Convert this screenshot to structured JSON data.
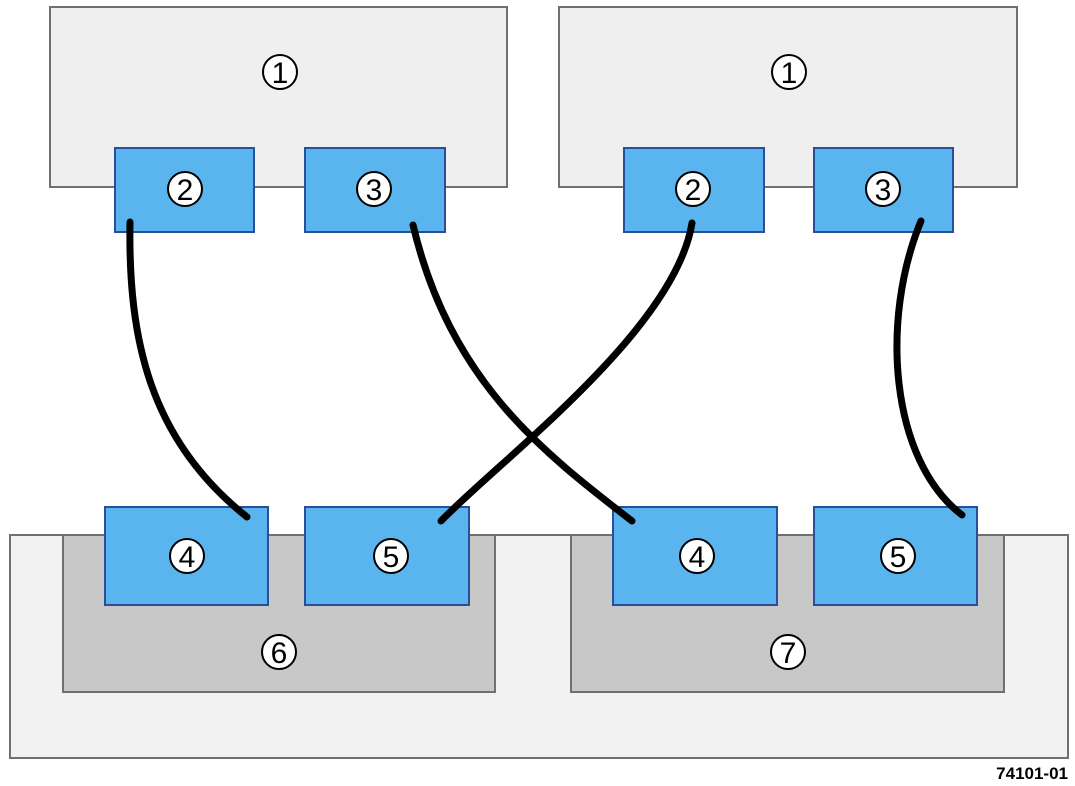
{
  "colors": {
    "background": "#ffffff",
    "host_fill": "#efefef",
    "host_stroke": "#707070",
    "port_fill": "#5ab4ee",
    "port_stroke": "#2a4f9a",
    "enclosure_fill": "#f2f2f2",
    "controller_fill": "#c8c8c8",
    "cable": "#000000",
    "callout_fill": "#ffffff"
  },
  "hosts": [
    {
      "label": "1",
      "ports": [
        {
          "label": "2"
        },
        {
          "label": "3"
        }
      ]
    },
    {
      "label": "1",
      "ports": [
        {
          "label": "2"
        },
        {
          "label": "3"
        }
      ]
    }
  ],
  "controllers": [
    {
      "label": "6",
      "ports": [
        {
          "label": "4"
        },
        {
          "label": "5"
        }
      ]
    },
    {
      "label": "7",
      "ports": [
        {
          "label": "4"
        },
        {
          "label": "5"
        }
      ]
    }
  ],
  "figure_id": "74101-01"
}
